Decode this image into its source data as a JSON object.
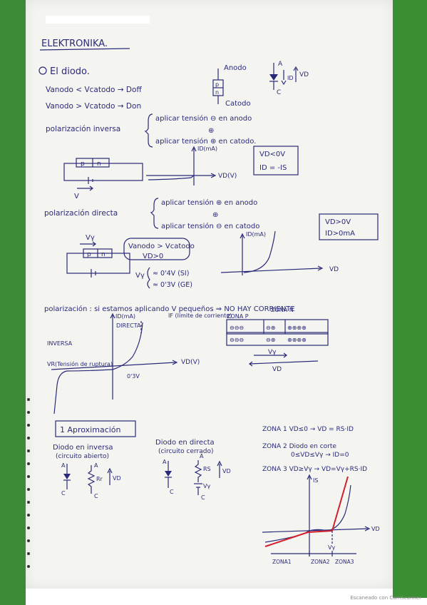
{
  "notes": {
    "title": "ELEKTRONIKA.",
    "section_diode": "El diodo.",
    "rule_off": "Vanodo < Vcatodo → Doff",
    "rule_on": "Vanodo > Vcatodo → Don",
    "label_anodo": "Anodo",
    "label_catodo": "Catodo",
    "diode_p": "p",
    "diode_n": "n",
    "sym_A": "A",
    "sym_C": "C",
    "sym_VD": "VD",
    "sym_ID": "ID",
    "inv_label": "polarización inversa",
    "inv_line1": "aplicar tensión ⊖ en anodo",
    "inv_line2": "aplicar tensión ⊕ en catodo.",
    "inv_plus": "⊕",
    "inv_box1": "VD<0V",
    "inv_box2": "ID = -IS",
    "axis_id": "ID(mA)",
    "axis_vd": "VD(V)",
    "src_v": "V",
    "dir_label": "polarización directa",
    "dir_line1": "aplicar tensión ⊕ en anodo",
    "dir_line2": "aplicar tensión ⊖ en catodo",
    "dir_plus": "⊕",
    "dir_box1": "VD>0V",
    "dir_box2": "ID>0mA",
    "vr_label": "Vγ",
    "dir_cond1": "Vanodo > Vcatodo",
    "dir_cond2": "VD>0",
    "vy_si": "≈ 0'4V (SI)",
    "vy_ge": "≈ 0'3V (GE)",
    "axis_vd2": "VD",
    "pol_note": "polarización : si estamos aplicando V pequeños ⇒ NO HAY CORRIENTE",
    "zona_p": "ZONA P",
    "zona_n": "ZONA N",
    "curve_id": "ID(mA)",
    "curve_if": "IF (límite de corriente)",
    "curve_directa": "DIRECTA",
    "curve_inversa": "INVERSA",
    "curve_vr": "VR(Tensión de ruptura)",
    "curve_vdv": "VD(V)",
    "curve_03v": "0'3V",
    "approx_title": "1 Aproximación",
    "inv_col_title": "Diodo en inversa",
    "inv_col_sub": "(circuito abierto)",
    "dir_col_title": "Diodo en directa",
    "dir_col_sub": "(circuito cerrado)",
    "rr": "Rr",
    "rs": "RS",
    "vy": "Vγ",
    "zona1": "ZONA 1  VD≤0 → VD = RS·ID",
    "zona2a": "ZONA 2  Diodo en corte",
    "zona2b": "0≤VD≤Vγ → ID=0",
    "zona3": "ZONA 3  VD≥Vγ → VD=Vγ+RS·ID",
    "g_is": "IS",
    "g_vd": "VD",
    "g_vy": "Vγ",
    "g_z1": "ZONA1",
    "g_z2": "ZONA2",
    "g_z3": "ZONA3"
  },
  "footer": "Escaneado con CamScanner",
  "colors": {
    "ink": "#2a2a7a",
    "red": "#d21f2b",
    "green": "#3f8a36"
  }
}
